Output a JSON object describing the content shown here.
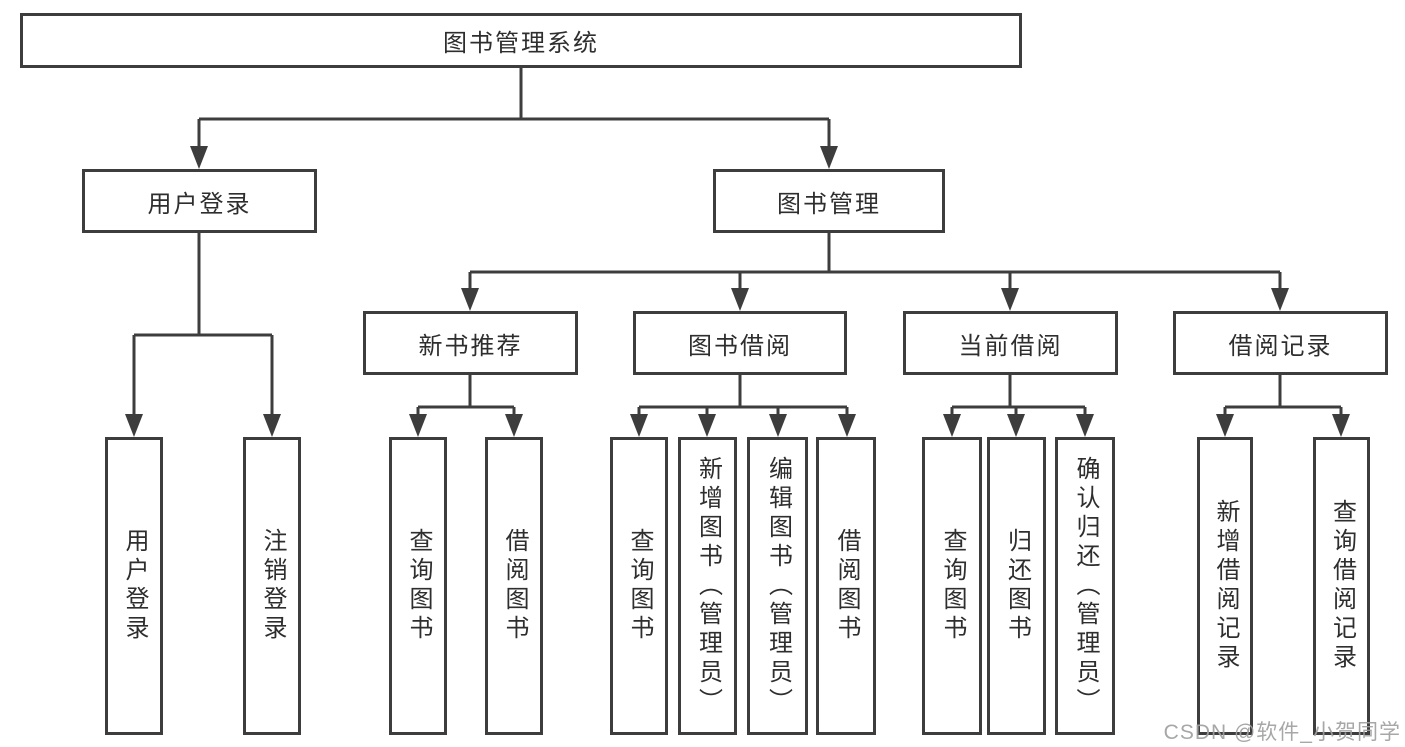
{
  "diagram": {
    "root": {
      "label": "图书管理系统"
    },
    "level2": [
      {
        "label": "用户登录"
      },
      {
        "label": "图书管理"
      }
    ],
    "level3": [
      {
        "label": "新书推荐"
      },
      {
        "label": "图书借阅"
      },
      {
        "label": "当前借阅"
      },
      {
        "label": "借阅记录"
      }
    ],
    "leaves": [
      {
        "label": "用户登录"
      },
      {
        "label": "注销登录"
      },
      {
        "label": "查询图书"
      },
      {
        "label": "借阅图书"
      },
      {
        "label": "查询图书"
      },
      {
        "label": "新增图书（管理员）"
      },
      {
        "label": "编辑图书（管理员）"
      },
      {
        "label": "借阅图书"
      },
      {
        "label": "查询图书"
      },
      {
        "label": "归还图书"
      },
      {
        "label": "确认归还（管理员）"
      },
      {
        "label": "新增借阅记录"
      },
      {
        "label": "查询借阅记录"
      }
    ],
    "colors": {
      "line": "#3d3d3d",
      "text": "#2e2e2e",
      "background": "#ffffff",
      "watermark": "#a0a0a0"
    }
  },
  "watermark": {
    "text": "CSDN @软件_小贺同学"
  }
}
